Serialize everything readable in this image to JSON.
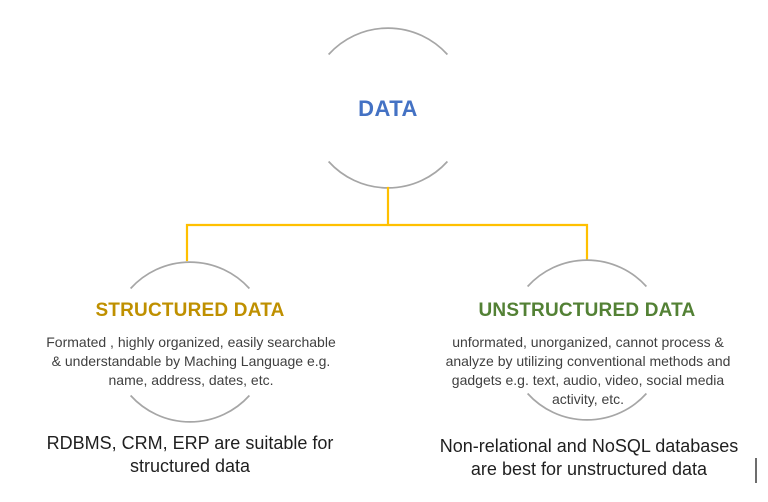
{
  "diagram": {
    "root": {
      "label": "DATA",
      "label_color": "#4472C4"
    },
    "branches": [
      {
        "title": "STRUCTURED DATA",
        "title_color": "#BF9000",
        "description_lines": [
          "Formated , highly organized, easily searchable",
          "& understandable by Maching Language e.g.",
          "name, address, dates, etc."
        ],
        "note_lines": [
          "RDBMS, CRM, ERP are suitable for",
          "structured data"
        ]
      },
      {
        "title": "UNSTRUCTURED DATA",
        "title_color": "#538135",
        "description_lines": [
          "unformated, unorganized, cannot process &",
          "analyze by utilizing conventional methods and",
          "gadgets e.g. text, audio, video, social media",
          "activity, etc."
        ],
        "note_lines": [
          "Non-relational and NoSQL databases",
          "are best for unstructured data"
        ]
      }
    ],
    "colors": {
      "connector": "#FFC000",
      "circle_outline": "#A6A6A6",
      "description_text": "#404040",
      "note_text": "#1F1F1F"
    }
  }
}
